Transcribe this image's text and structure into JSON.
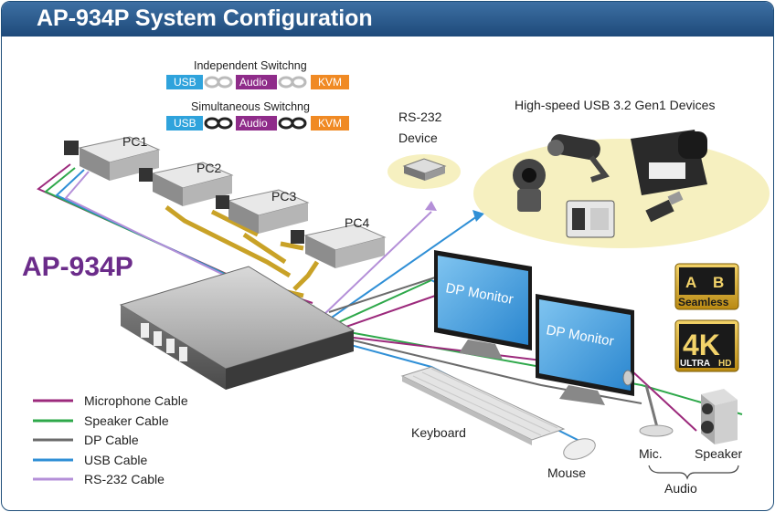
{
  "title": "AP-934P System Configuration",
  "product_label": "AP-934P",
  "switching": {
    "independent_label": "Independent Switchng",
    "simultaneous_label": "Simultaneous Switchng",
    "tags": [
      "USB",
      "Audio",
      "KVM"
    ]
  },
  "pcs": [
    "PC1",
    "PC2",
    "PC3",
    "PC4"
  ],
  "rs232": {
    "line1": "RS-232",
    "line2": "Device"
  },
  "usb_devices_label": "High-speed USB 3.2 Gen1 Devices",
  "monitor_label": "DP Monitor",
  "peripherals": {
    "keyboard": "Keyboard",
    "mouse": "Mouse",
    "mic": "Mic.",
    "speaker": "Speaker",
    "audio": "Audio"
  },
  "badges": {
    "ab_a": "A",
    "ab_b": "B",
    "seamless": "Seamless",
    "k4": "4K",
    "ultra": "ULTRA",
    "hd": "HD"
  },
  "legend": [
    {
      "label": "Microphone Cable",
      "color": "#9c2a7c"
    },
    {
      "label": "Speaker Cable",
      "color": "#2ea84a"
    },
    {
      "label": "DP Cable",
      "color": "#6b6b6b"
    },
    {
      "label": "USB Cable",
      "color": "#2f8fd6"
    },
    {
      "label": "RS-232 Cable",
      "color": "#b48fd8"
    }
  ],
  "colors": {
    "usb_tag": "#2fa3dc",
    "audio_tag": "#8f2c8a",
    "kvm_tag": "#f08a24",
    "title_bar": "#2c5d92",
    "product": "#6b2c8a",
    "kvm_link": "#c9a227"
  }
}
